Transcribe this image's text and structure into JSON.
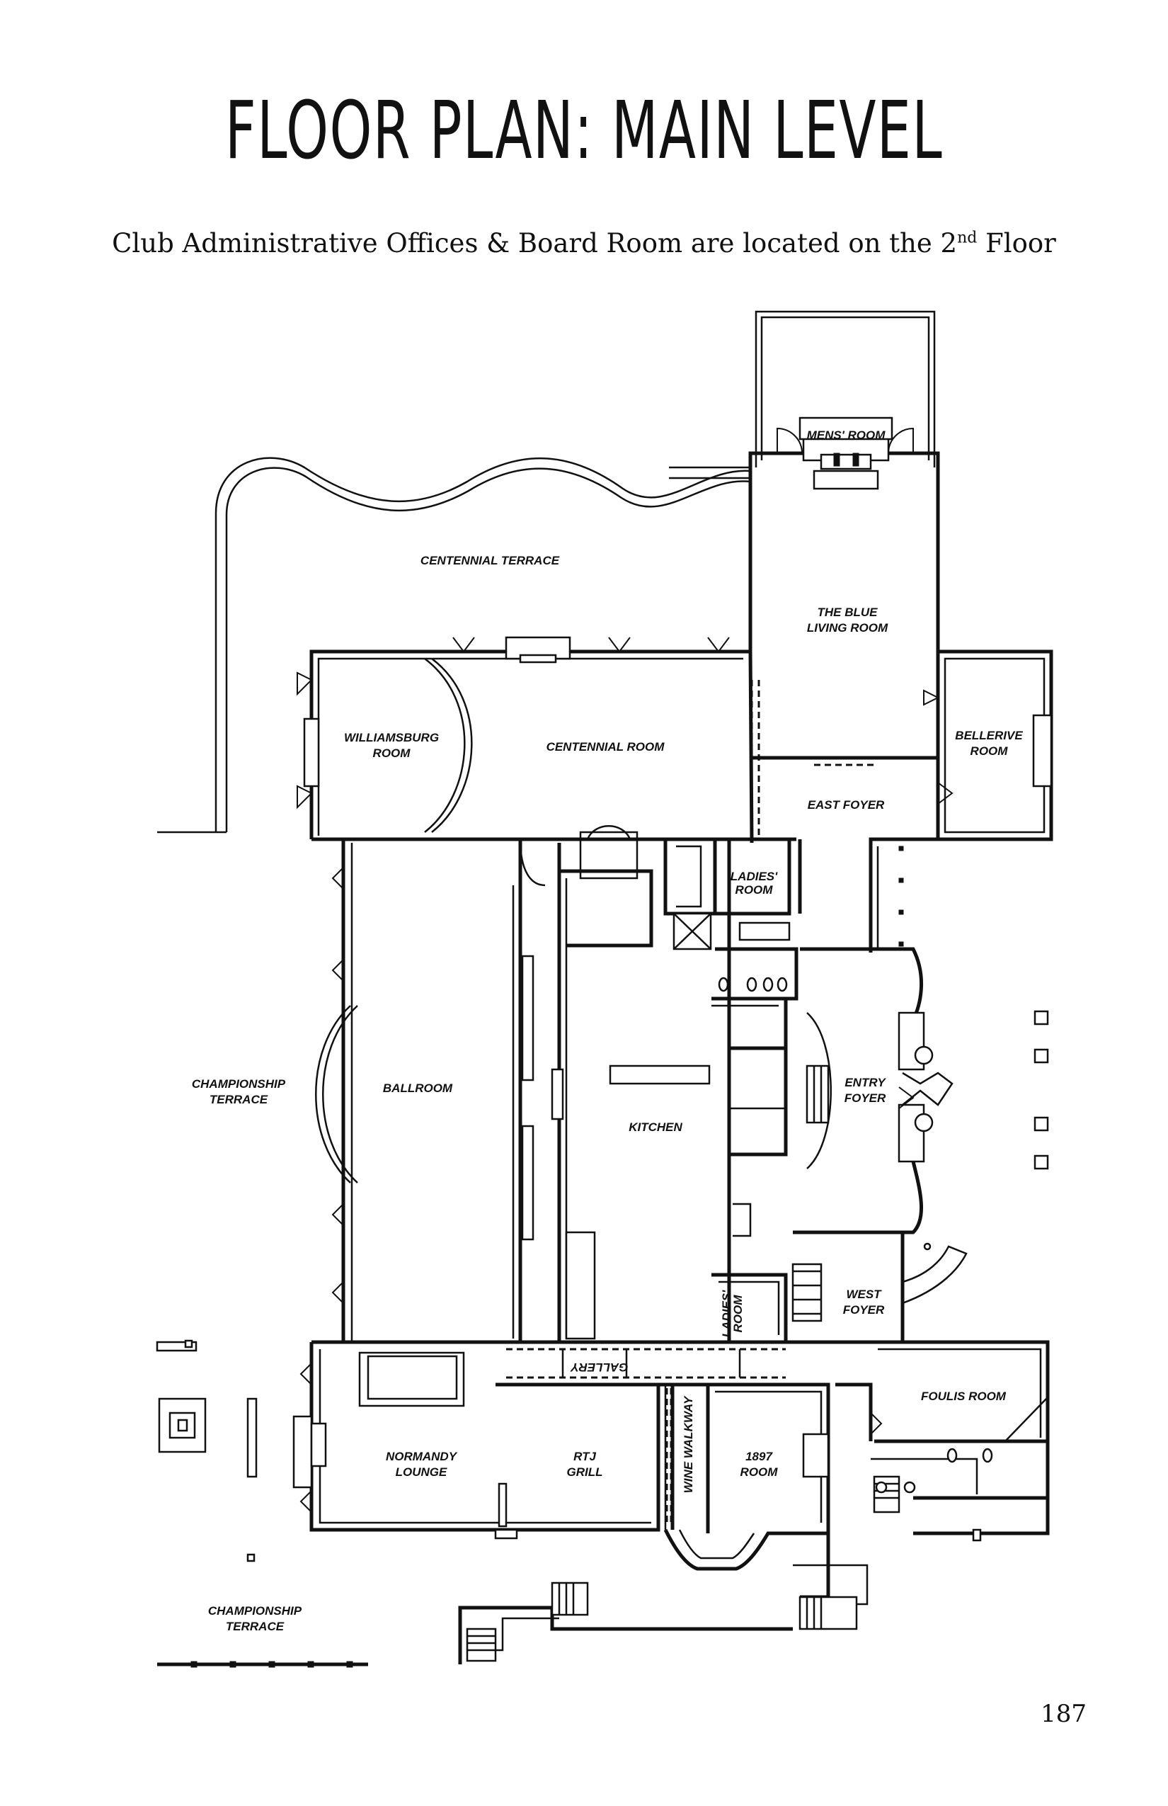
{
  "title": "FLOOR PLAN: MAIN LEVEL",
  "subtitle": {
    "text": "Club Administrative Offices & Board Room are located on the 2",
    "superscript": "nd",
    "suffix": " Floor"
  },
  "page_number": "187",
  "rooms": {
    "mens_room": "MENS' ROOM",
    "centennial_terrace": "CENTENNIAL TERRACE",
    "blue_living_room_1": "THE BLUE",
    "blue_living_room_2": "LIVING ROOM",
    "williamsburg_1": "WILLIAMSBURG",
    "williamsburg_2": "ROOM",
    "centennial_room": "CENTENNIAL ROOM",
    "bellerive_1": "BELLERIVE",
    "bellerive_2": "ROOM",
    "east_foyer": "EAST FOYER",
    "ladies_room_upper_1": "LADIES'",
    "ladies_room_upper_2": "ROOM",
    "championship_terrace_west_1": "CHAMPIONSHIP",
    "championship_terrace_west_2": "TERRACE",
    "ballroom": "BALLROOM",
    "kitchen": "KITCHEN",
    "entry_foyer_1": "ENTRY",
    "entry_foyer_2": "FOYER",
    "ladies_room_lower_1": "LADIES'",
    "ladies_room_lower_2": "ROOM",
    "west_foyer_1": "WEST",
    "west_foyer_2": "FOYER",
    "gallery": "GALLERY",
    "foulis_room": "FOULIS ROOM",
    "normandy_lounge_1": "NORMANDY",
    "normandy_lounge_2": "LOUNGE",
    "rtj_grill_1": "RTJ",
    "rtj_grill_2": "GRILL",
    "wine_walkway": "WINE WALKWAY",
    "room_1897_1": "1897",
    "room_1897_2": "ROOM",
    "championship_terrace_south_1": "CHAMPIONSHIP",
    "championship_terrace_south_2": "TERRACE"
  }
}
